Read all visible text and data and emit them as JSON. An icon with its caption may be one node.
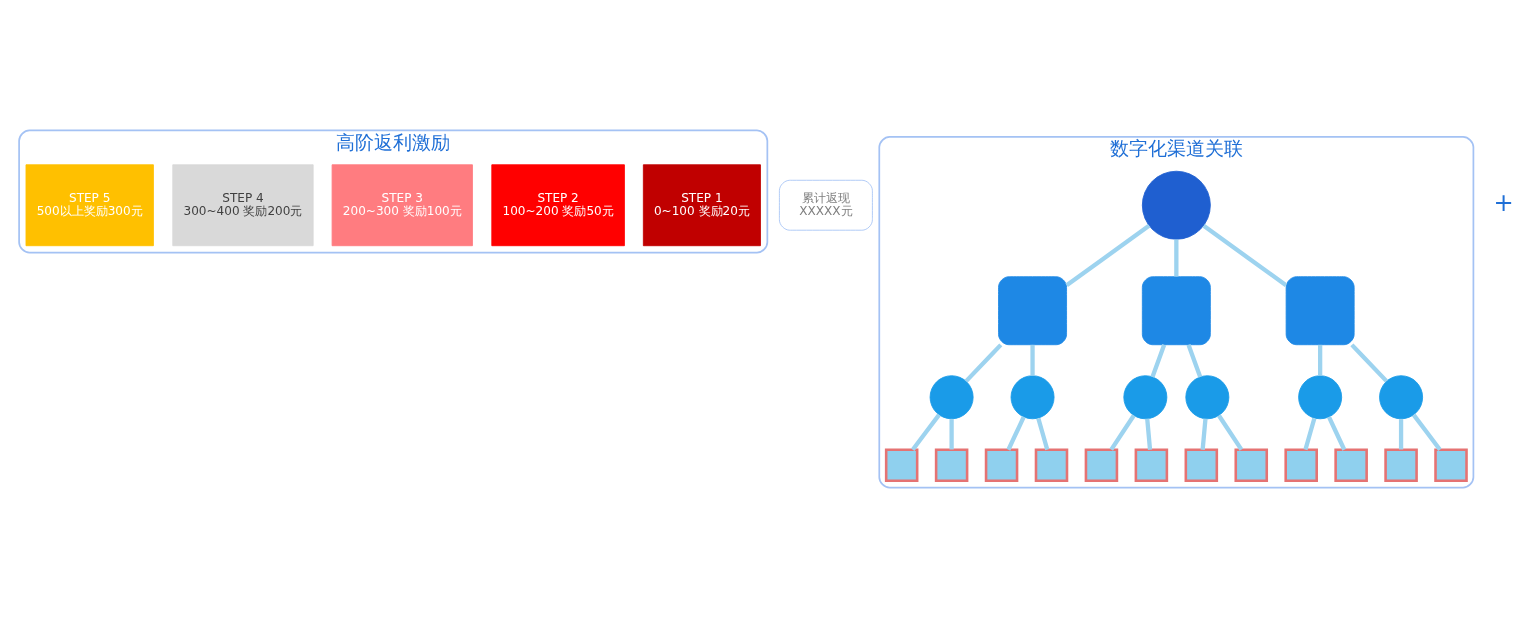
{
  "diagram": {
    "nodes": [
      {
        "text": [
          "高阶返利激励"
        ]
      },
      {
        "text": [
          "STEP 1",
          "0~100 奖励20元"
        ],
        "in": 0
      },
      {
        "text": [
          "STEP 2",
          "100~200 奖励50元"
        ],
        "in": 0
      },
      {
        "text": [
          "STEP 3",
          "200~300 奖励100元"
        ],
        "in": 0
      },
      {
        "text": [
          "STEP 4",
          "300~400 奖励200元"
        ],
        "in": 0
      },
      {
        "text": [
          "STEP 5",
          "500以上奖励300元"
        ],
        "in": 0
      },
      {
        "text": [
          "累计返现",
          "XXXXX元"
        ]
      },
      {
        "text": [
          "数字化渠道关联"
        ]
      },
      {
        "text": [],
        "shape": "circle",
        "in": 7
      },
      {
        "text": [],
        "shape": "box",
        "in": 7
      },
      {
        "text": [],
        "shape": "box",
        "in": 7
      },
      {
        "text": [],
        "shape": "box",
        "in": 7
      },
      {
        "text": [],
        "shape": "circle",
        "in": 7
      },
      {
        "text": [],
        "shape": "circle",
        "in": 7
      },
      {
        "text": [],
        "shape": "circle",
        "in": 7
      },
      {
        "text": [],
        "shape": "circle",
        "in": 7
      },
      {
        "text": [],
        "shape": "circle",
        "in": 7
      },
      {
        "text": [],
        "shape": "circle",
        "in": 7
      },
      {
        "text": [],
        "shape": "box",
        "in": 7
      },
      {
        "text": [],
        "shape": "box",
        "in": 7
      },
      {
        "text": [],
        "shape": "box",
        "in": 7
      },
      {
        "text": [],
        "shape": "box",
        "in": 7
      },
      {
        "text": [],
        "shape": "box",
        "in": 7
      },
      {
        "text": [],
        "shape": "box",
        "in": 7
      },
      {
        "text": [],
        "shape": "box",
        "in": 7
      },
      {
        "text": [],
        "shape": "box",
        "in": 7
      },
      {
        "text": [],
        "shape": "box",
        "in": 7
      },
      {
        "text": [],
        "shape": "box",
        "in": 7
      },
      {
        "text": [],
        "shape": "box",
        "in": 7
      },
      {
        "text": [],
        "shape": "box",
        "in": 7
      }
    ],
    "edges": [
      {
        "from": 8,
        "to": 9,
        "arrow": "none"
      },
      {
        "from": 8,
        "to": 10,
        "arrow": "none"
      },
      {
        "from": 8,
        "to": 11,
        "arrow": "none"
      },
      {
        "from": 9,
        "to": 12,
        "arrow": "none"
      },
      {
        "from": 9,
        "to": 13,
        "arrow": "none"
      },
      {
        "from": 10,
        "to": 14,
        "arrow": "none"
      },
      {
        "from": 10,
        "to": 15,
        "arrow": "none"
      },
      {
        "from": 11,
        "to": 16,
        "arrow": "none"
      },
      {
        "from": 11,
        "to": 17,
        "arrow": "none"
      },
      {
        "from": 12,
        "to": 18,
        "arrow": "none"
      },
      {
        "from": 12,
        "to": 19,
        "arrow": "none"
      },
      {
        "from": 13,
        "to": 20,
        "arrow": "none"
      },
      {
        "from": 13,
        "to": 21,
        "arrow": "none"
      },
      {
        "from": 14,
        "to": 22,
        "arrow": "none"
      },
      {
        "from": 14,
        "to": 23,
        "arrow": "none"
      },
      {
        "from": 15,
        "to": 24,
        "arrow": "none"
      },
      {
        "from": 15,
        "to": 25,
        "arrow": "none"
      },
      {
        "from": 16,
        "to": 26,
        "arrow": "none"
      },
      {
        "from": 16,
        "to": 27,
        "arrow": "none"
      },
      {
        "from": 17,
        "to": 28,
        "arrow": "none"
      },
      {
        "from": 17,
        "to": 29,
        "arrow": "none"
      }
    ],
    "labels": [
      "+"
    ]
  }
}
